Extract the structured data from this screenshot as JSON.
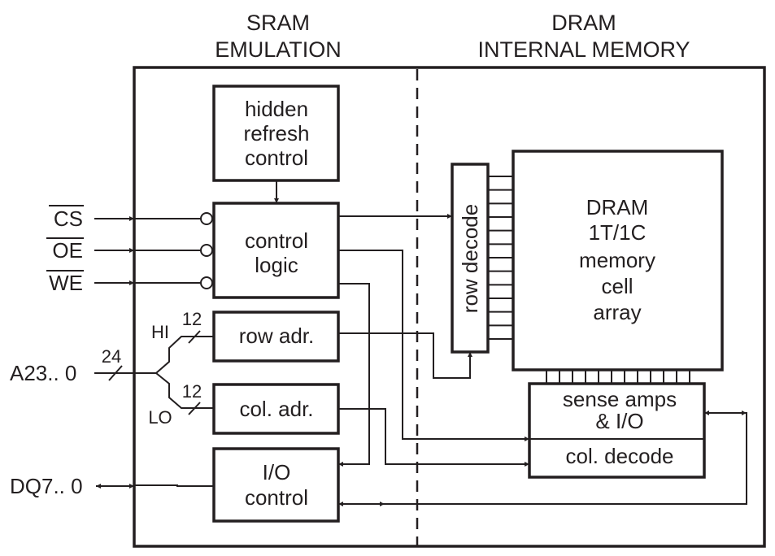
{
  "diagram": {
    "title_sections": {
      "left": [
        "SRAM",
        "EMULATION"
      ],
      "right": [
        "DRAM",
        "INTERNAL MEMORY"
      ]
    },
    "blocks": {
      "hidden_refresh_control": [
        "hidden",
        "refresh",
        "control"
      ],
      "control_logic": [
        "control",
        "logic"
      ],
      "row_address": [
        "row adr."
      ],
      "column_address": [
        "col. adr."
      ],
      "io_control": [
        "I/O",
        "control"
      ],
      "row_decode": "row decode",
      "dram_array": [
        "DRAM",
        "1T/1C",
        "memory",
        "cell",
        "array"
      ],
      "sense_amps": [
        "sense amps",
        "& I/O"
      ],
      "column_decode": [
        "col. decode"
      ]
    },
    "pins": {
      "cs": "CS",
      "oe": "OE",
      "we": "WE",
      "address": "A23.. 0",
      "data": "DQ7.. 0"
    },
    "bus_labels": {
      "address_width": "24",
      "hi_width": "12",
      "lo_width": "12",
      "hi": "HI",
      "lo": "LO"
    },
    "active_low_pins": [
      "CS",
      "OE",
      "WE"
    ],
    "row_decode_lines": 13,
    "column_lines": 12,
    "colors": {
      "ink": "#231f20",
      "background": "#ffffff"
    }
  }
}
